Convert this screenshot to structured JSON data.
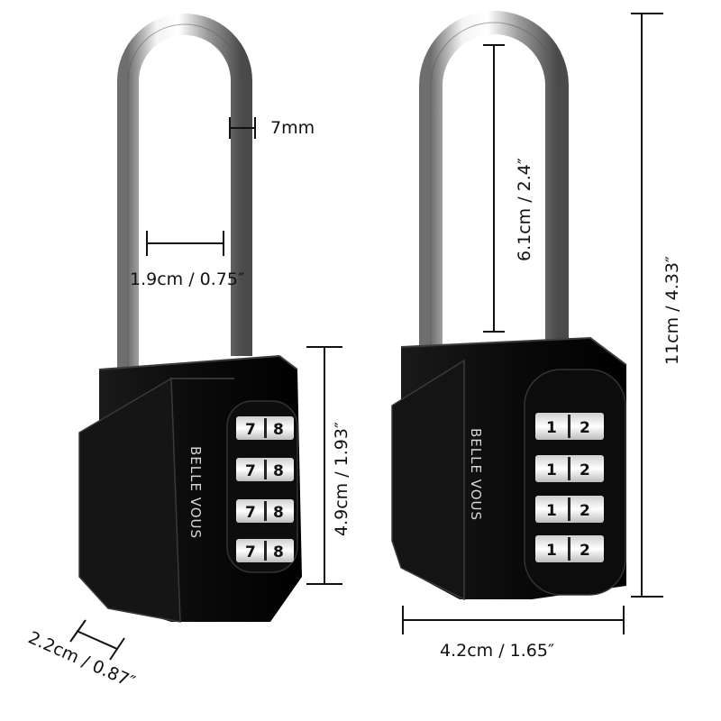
{
  "left_lock": {
    "brand": "BELLE VOUS",
    "dials": [
      {
        "d1": "7",
        "d2": "8"
      },
      {
        "d1": "7",
        "d2": "8"
      },
      {
        "d1": "7",
        "d2": "8"
      },
      {
        "d1": "7",
        "d2": "8"
      }
    ],
    "dim_shackle_diameter": "7mm",
    "dim_shackle_width": "1.9cm / 0.75″",
    "dim_body_height": "4.9cm / 1.93″",
    "dim_body_thickness": "2.2cm / 0.87″"
  },
  "right_lock": {
    "brand": "BELLE VOUS",
    "dials": [
      {
        "d1": "1",
        "d2": "2"
      },
      {
        "d1": "1",
        "d2": "2"
      },
      {
        "d1": "1",
        "d2": "2"
      },
      {
        "d1": "1",
        "d2": "2"
      }
    ],
    "dim_shackle_clearance": "6.1cm / 2.4″",
    "dim_total_height": "11cm / 4.33″",
    "dim_body_width": "4.2cm / 1.65″"
  }
}
